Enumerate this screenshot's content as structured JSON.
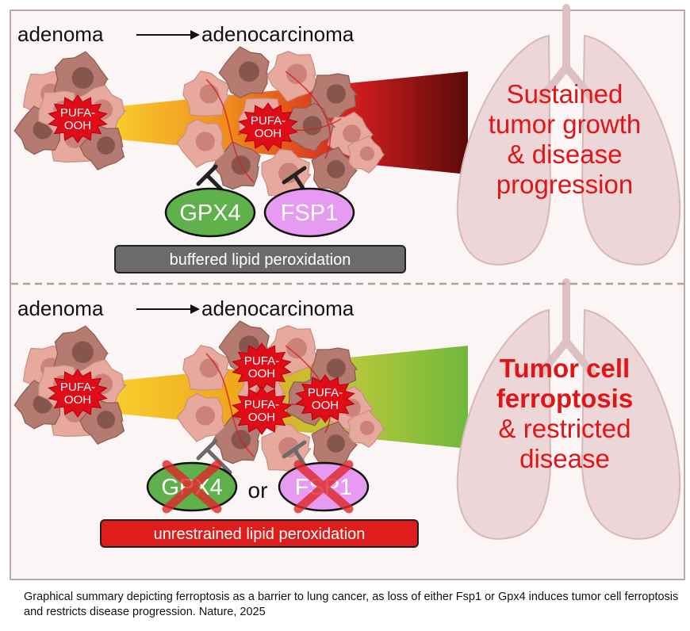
{
  "panels": [
    {
      "stage_from": "adenoma",
      "stage_to": "adenocarcinoma",
      "lesion_small_label": [
        "PUFA-",
        "OOH"
      ],
      "lesion_large_labels": [
        [
          "PUFA-",
          "OOH"
        ]
      ],
      "enzyme_1": "GPX4",
      "enzyme_2": "FSP1",
      "connector": "",
      "status_bar": "buffered lipid peroxidation",
      "outcome": [
        "Sustained",
        "tumor growth",
        "& disease",
        "progression"
      ],
      "wedge_colors": [
        "#f7cf2e",
        "#f08a1c",
        "#d61e1e",
        "#5b0a0a"
      ],
      "status_color": "#6b6b6b",
      "outcome_color": "#e01616"
    },
    {
      "stage_from": "adenoma",
      "stage_to": "adenocarcinoma",
      "lesion_small_label": [
        "PUFA-",
        "OOH"
      ],
      "lesion_large_labels": [
        [
          "PUFA-",
          "OOH"
        ],
        [
          "PUFA-",
          "OOH"
        ],
        [
          "PUFA-",
          "OOH"
        ]
      ],
      "enzyme_1": "GPX4",
      "enzyme_2": "FSP1",
      "connector": "or",
      "status_bar": "unrestrained lipid peroxidation",
      "outcome": [
        "Tumor cell",
        "ferroptosis",
        "& restricted",
        "disease"
      ],
      "wedge_colors": [
        "#f7cf2e",
        "#f0a81c",
        "#b8c83a",
        "#6fb83c"
      ],
      "status_color": "#df1d1d",
      "outcome_color": "#e01616"
    }
  ],
  "colors": {
    "gpx4": "#5fb14b",
    "fsp1": "#e79af2",
    "burst": "#e00d18",
    "cell_light": "#e7a89e",
    "cell_dark": "#b57a70",
    "lung": "#ecd6d8"
  },
  "caption": "Graphical summary depicting ferroptosis as a barrier to lung cancer, as loss of either Fsp1 or Gpx4 induces tumor cell ferroptosis and restricts disease progression. Nature, 2025"
}
